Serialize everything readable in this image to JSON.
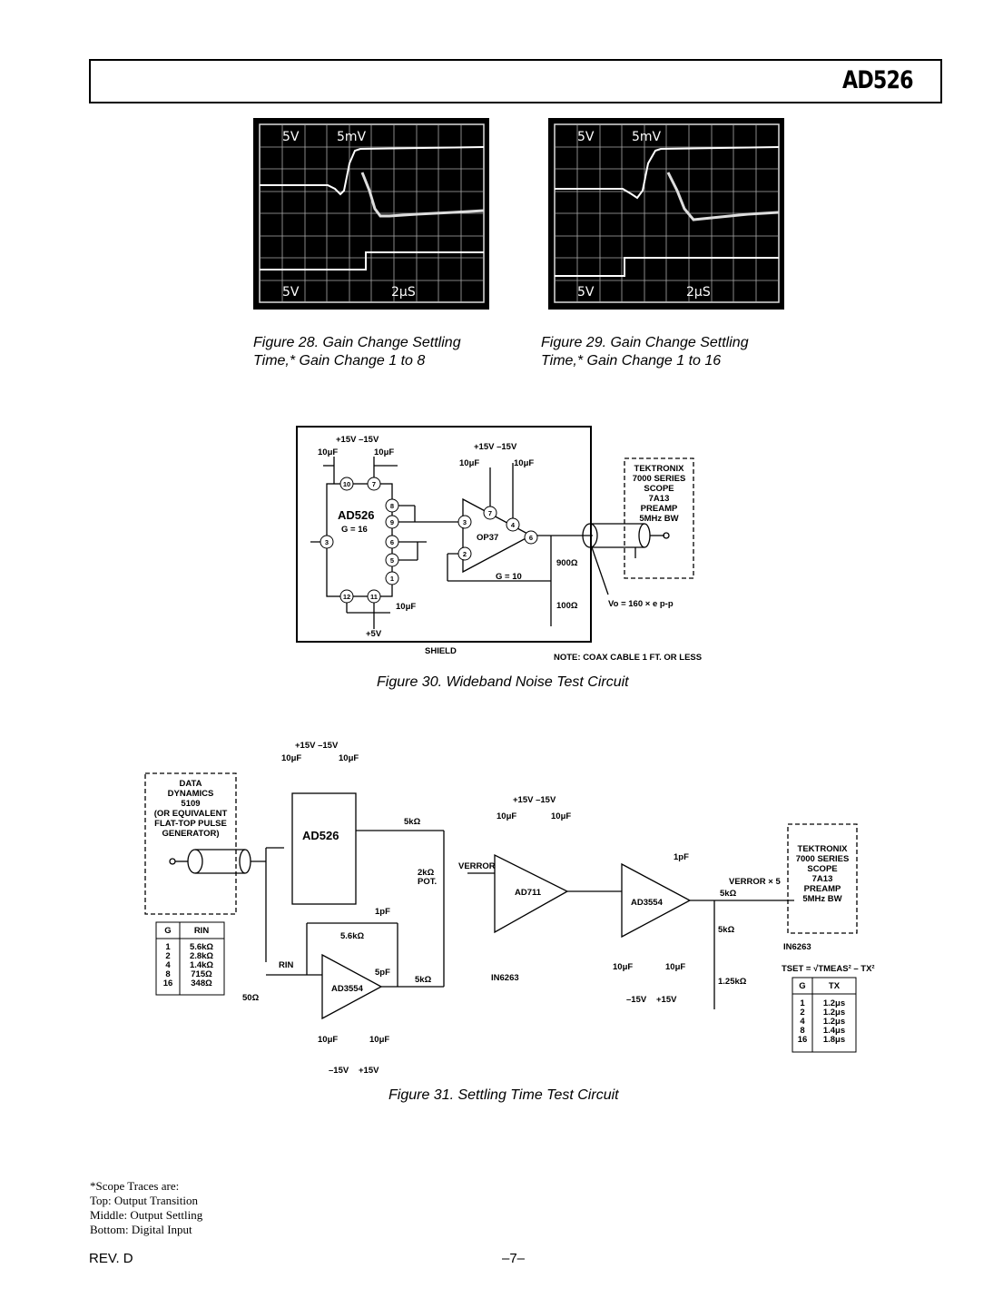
{
  "header": {
    "part_number": "AD526"
  },
  "figure28": {
    "scope_labels": {
      "top_left": "5V",
      "top_right": "5mV",
      "bottom_left": "5Ⅴ",
      "bottom_right": "2μS"
    },
    "caption_line1": "Figure 28.  Gain Change Settling",
    "caption_line2": "Time,* Gain Change 1 to 8"
  },
  "figure29": {
    "scope_labels": {
      "top_left": "5V",
      "top_right": "5mV",
      "bottom_left": "5Ⅴ",
      "bottom_right": "2μS"
    },
    "caption_line1": "Figure 29.  Gain Change Settling",
    "caption_line2": "Time,* Gain Change 1 to 16"
  },
  "figure30": {
    "caption": "Figure 30.  Wideband Noise Test Circuit",
    "supply": "+15V  –15V",
    "cap": "10μF",
    "chip": "AD526",
    "gain_setting": "G = 16",
    "opamp": "OP37",
    "opamp_gain": "G = 10",
    "r_top": "900Ω",
    "r_bottom": "100Ω",
    "plus5": "+5V",
    "shield": "SHIELD",
    "note": "NOTE: COAX CABLE 1 FT. OR LESS",
    "vo_formula": "Vo = 160 × e p-p",
    "scope": [
      "TEKTRONIX",
      "7000 SERIES",
      "SCOPE",
      "7A13",
      "PREAMP",
      "5MHz BW"
    ],
    "pins_ad526": [
      "10",
      "7",
      "8",
      "9",
      "6",
      "5",
      "1",
      "3",
      "12",
      "11"
    ],
    "pins_op37": [
      "7",
      "3",
      "4",
      "6",
      "2"
    ]
  },
  "figure31": {
    "caption": "Figure 31.  Settling Time Test Circuit",
    "generator": [
      "DATA",
      "DYNAMICS",
      "5109",
      "(OR EQUIVALENT",
      "FLAT-TOP PULSE",
      "GENERATOR)"
    ],
    "supply": "+15V  –15V",
    "cap": "10μF",
    "chip": "AD526",
    "opamp1": "AD711",
    "opamp2": "AD3554",
    "opamp3": "AD3554",
    "r5k": "5kΩ",
    "r56k": "5.6kΩ",
    "pot": [
      "2kΩ",
      "POT."
    ],
    "verror": "VERROR",
    "verror5": "VERROR × 5",
    "diode": "IN6263",
    "c1p": "1pF",
    "c5p": "5pF",
    "rin": "RIN",
    "r50": "50Ω",
    "r125": "1.25kΩ",
    "neg15": "–15V",
    "pos15": "+15V",
    "tset": "TSET = √TMEAS² – TX²",
    "scope": [
      "TEKTRONIX",
      "7000 SERIES",
      "SCOPE",
      "7A13",
      "PREAMP",
      "5MHz BW"
    ],
    "rin_table": {
      "headers": [
        "G",
        "RIN"
      ],
      "rows": [
        [
          "1",
          "5.6kΩ"
        ],
        [
          "2",
          "2.8kΩ"
        ],
        [
          "4",
          "1.4kΩ"
        ],
        [
          "8",
          "715Ω"
        ],
        [
          "16",
          "348Ω"
        ]
      ]
    },
    "tx_table": {
      "headers": [
        "G",
        "TX"
      ],
      "rows": [
        [
          "1",
          "1.2μs"
        ],
        [
          "2",
          "1.2μs"
        ],
        [
          "4",
          "1.2μs"
        ],
        [
          "8",
          "1.4μs"
        ],
        [
          "16",
          "1.8μs"
        ]
      ]
    }
  },
  "footnote": [
    "*Scope Traces are:",
    "Top: Output Transition",
    "Middle: Output Settling",
    "Bottom: Digital Input"
  ],
  "footer": {
    "revision": "REV. D",
    "page": "–7–"
  }
}
